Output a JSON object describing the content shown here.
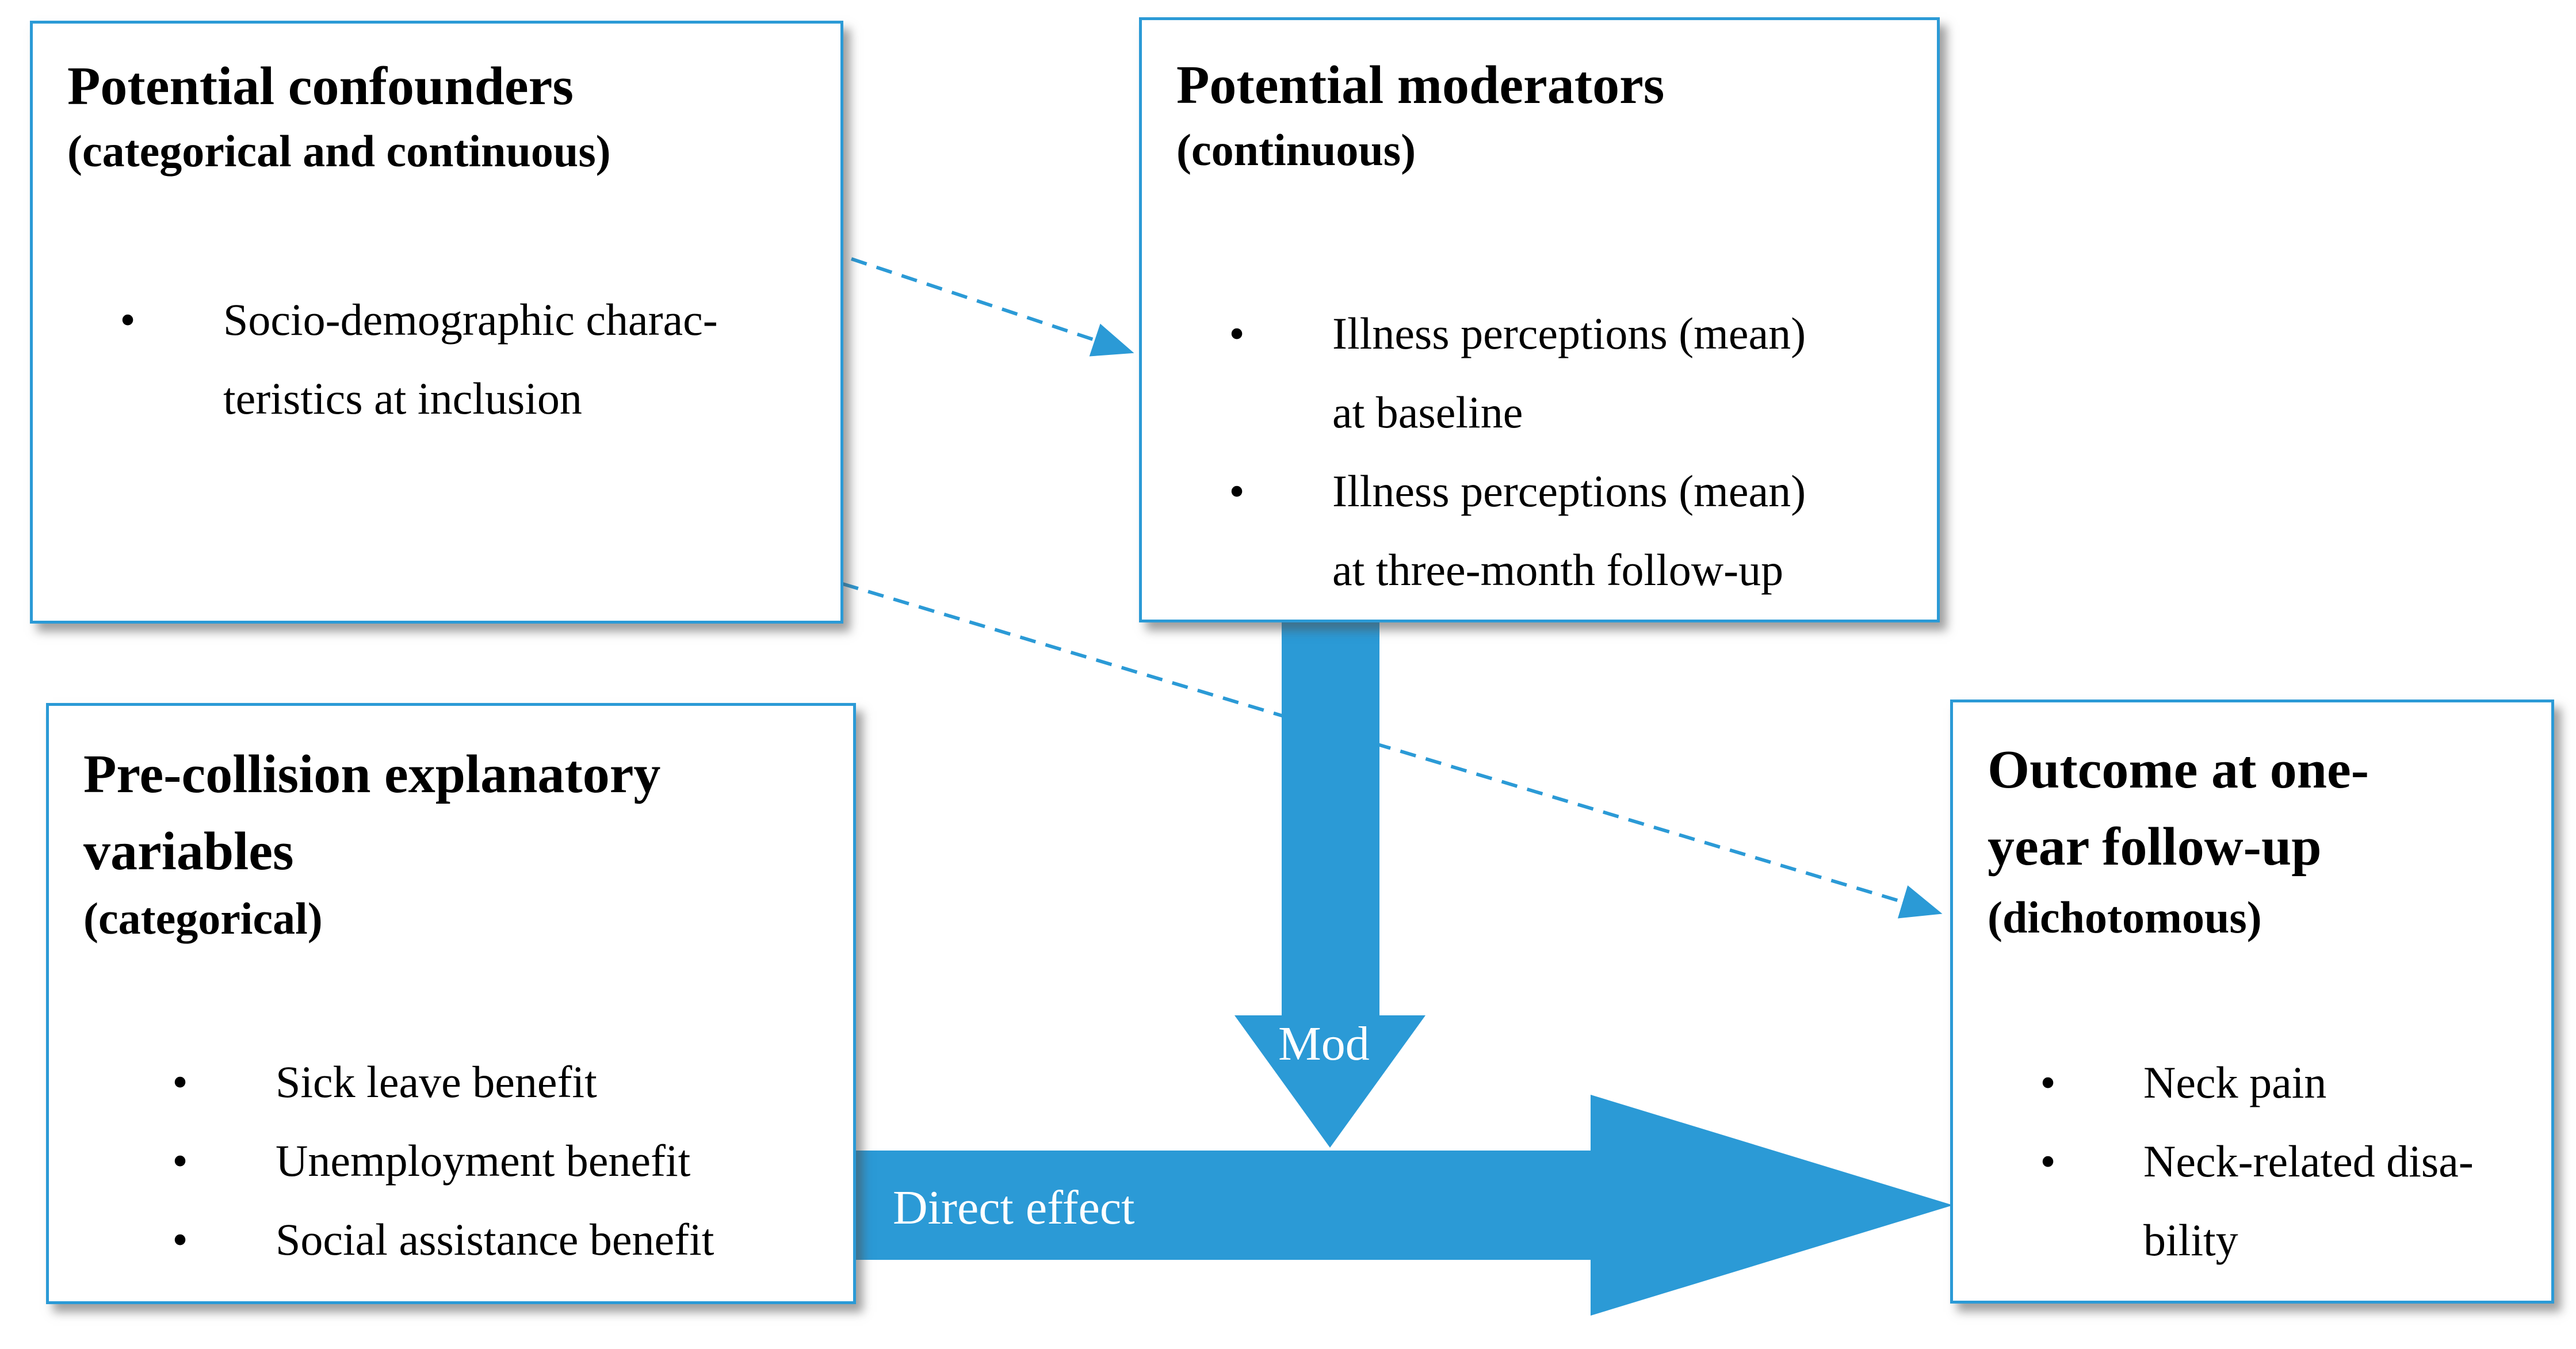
{
  "colors": {
    "accent": "#2b9ad6",
    "arrow_fill": "#2b9ad6",
    "dashed_arrow": "#2b9ad6",
    "label_text": "#ffffff"
  },
  "boxes": {
    "confounders": {
      "title": "Potential confounders",
      "subtitle": "(categorical and continuous)",
      "items": [
        {
          "line1": "Socio-demographic charac-",
          "line2": "teristics at inclusion"
        }
      ]
    },
    "moderators": {
      "title": "Potential moderators",
      "subtitle": "(continuous)",
      "items": [
        {
          "line1": "Illness perceptions (mean)",
          "line2": "at baseline"
        },
        {
          "line1": "Illness perceptions (mean)",
          "line2": "at three-month follow-up"
        }
      ]
    },
    "explanatory": {
      "title_line1": "Pre-collision explanatory",
      "title_line2": "variables",
      "subtitle": "(categorical)",
      "items": [
        {
          "line1": "Sick leave benefit"
        },
        {
          "line1": "Unemployment benefit"
        },
        {
          "line1": "Social assistance benefit"
        }
      ]
    },
    "outcome": {
      "title_line1": "Outcome at one-",
      "title_line2": "year follow-up",
      "subtitle": "(dichotomous)",
      "items": [
        {
          "line1": "Neck pain"
        },
        {
          "line1": "Neck-related disa-",
          "line2": "bility"
        }
      ]
    }
  },
  "arrows": {
    "moderation_label": "Mod",
    "direct_effect_label": "Direct effect"
  },
  "bullet_symbol": "•"
}
